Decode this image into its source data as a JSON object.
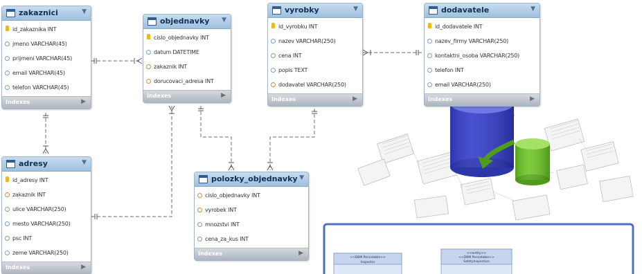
{
  "tables": [
    {
      "id": "zakaznici",
      "name": "zakaznici",
      "columns": [
        {
          "text": "id_zakaznika INT",
          "kind": "pk"
        },
        {
          "text": "jmeno VARCHAR(45)",
          "kind": "col"
        },
        {
          "text": "prijmeni VARCHAR(45)",
          "kind": "col"
        },
        {
          "text": "email VARCHAR(45)",
          "kind": "col"
        },
        {
          "text": "telefon VARCHAR(45)",
          "kind": "col"
        }
      ],
      "footer": "Indexes"
    },
    {
      "id": "objednavky",
      "name": "objednavky",
      "columns": [
        {
          "text": "cislo_objednavky INT",
          "kind": "pk"
        },
        {
          "text": "datum DATETIME",
          "kind": "col"
        },
        {
          "text": "zakaznik INT",
          "kind": "fk"
        },
        {
          "text": "dorucovaci_adresa INT",
          "kind": "fk"
        }
      ],
      "footer": "Indexes"
    },
    {
      "id": "vyrobky",
      "name": "vyrobky",
      "columns": [
        {
          "text": "id_vyrobku INT",
          "kind": "pk"
        },
        {
          "text": "nazev VARCHAR(250)",
          "kind": "col"
        },
        {
          "text": "cena INT",
          "kind": "col"
        },
        {
          "text": "popis TEXT",
          "kind": "col"
        },
        {
          "text": "dodavatel VARCHAR(250)",
          "kind": "fk"
        }
      ],
      "footer": "Indexes"
    },
    {
      "id": "dodavatele",
      "name": "dodavatele",
      "columns": [
        {
          "text": "id_dodavatele INT",
          "kind": "pk"
        },
        {
          "text": "nazev_firmy VARCHAR(250)",
          "kind": "col"
        },
        {
          "text": "kontaktni_osoba VARCHAR(250)",
          "kind": "col"
        },
        {
          "text": "telefon INT",
          "kind": "col"
        },
        {
          "text": "email VARCHAR(250)",
          "kind": "col"
        }
      ],
      "footer": "Indexes"
    },
    {
      "id": "adresy",
      "name": "adresy",
      "columns": [
        {
          "text": "id_adresy INT",
          "kind": "pk"
        },
        {
          "text": "zakaznik INT",
          "kind": "fk"
        },
        {
          "text": "ulice VARCHAR(250)",
          "kind": "col"
        },
        {
          "text": "mesto VARCHAR(250)",
          "kind": "col"
        },
        {
          "text": "psc INT",
          "kind": "col"
        },
        {
          "text": "zeme VARCHAR(250)",
          "kind": "col"
        }
      ],
      "footer": "Indexes"
    },
    {
      "id": "polozky_objednavky",
      "name": "polozky_objednavky",
      "columns": [
        {
          "text": "cislo_objednavky INT",
          "kind": "fk"
        },
        {
          "text": "vyrobek INT",
          "kind": "fk"
        },
        {
          "text": "mnozstvi INT",
          "kind": "col"
        },
        {
          "text": "cena_za_kus INT",
          "kind": "col"
        }
      ],
      "footer": "Indexes"
    }
  ],
  "colors": {
    "header": "#9ec0de",
    "connector": "#6b6b6b",
    "db_blue": "#3a44c8",
    "db_green": "#6cc22a",
    "frame_blue": "#4d6fc4"
  },
  "decoration": {
    "uml_box_left": "<<DBM Persistable>> Inspector",
    "uml_box_right": "<<entity>> <<DBM Persistable>> SafetyInspection"
  }
}
